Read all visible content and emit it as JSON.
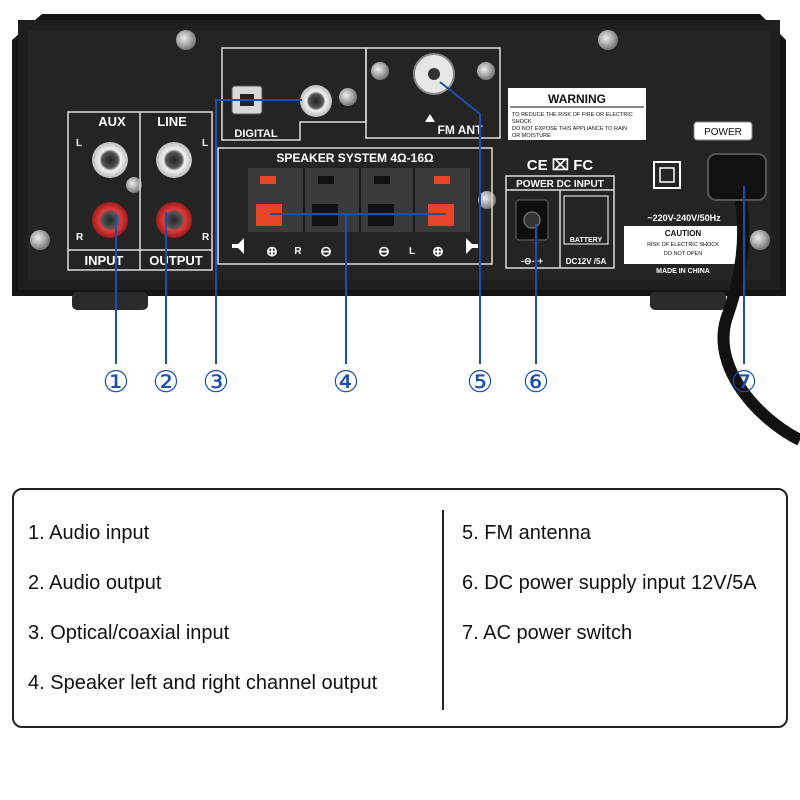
{
  "panel": {
    "aux": "AUX",
    "line": "LINE",
    "l": "L",
    "r": "R",
    "input": "INPUT",
    "output": "OUTPUT",
    "digital": "DIGITAL",
    "fm_ant": "FM ANT",
    "warning_title": "WARNING",
    "warning_line1": "TO REDUCE THE RISK OF FIRE OR ELECTRIC",
    "warning_line2": "SHOCK",
    "warning_line3": "DO NOT EXPOSE THIS APPLIANCE TO RAIN",
    "warning_line4": "OR MOISTURE",
    "speaker_system": "SPEAKER SYSTEM 4Ω-16Ω",
    "ce_fc": "CE ⌧ FC",
    "power_dc_input": "POWER DC INPUT",
    "battery": "BATTERY",
    "dc_rating": "DC12V /5A",
    "ac_rating": "~220V-240V/50Hz",
    "caution_title": "CAUTION",
    "caution_line1": "RISK OF ELECTRIC SHOCK",
    "caution_line2": "DO NOT OPEN",
    "made_in": "MADE IN CHINA",
    "power_label": "POWER",
    "ch_r": "R",
    "ch_l": "L"
  },
  "callouts": [
    "①",
    "②",
    "③",
    "④",
    "⑤",
    "⑥",
    "⑦"
  ],
  "legend": {
    "left": [
      "1. Audio input",
      "2. Audio output",
      "3. Optical/coaxial input",
      "4. Speaker left and right channel output"
    ],
    "right": [
      "5. FM antenna",
      "6. DC power supply input 12V/5A",
      "7. AC power switch"
    ]
  },
  "colors": {
    "chassis": "#1c1c1c",
    "callout_blue": "#1a4fb0",
    "terminal_red": "#e8442a"
  }
}
